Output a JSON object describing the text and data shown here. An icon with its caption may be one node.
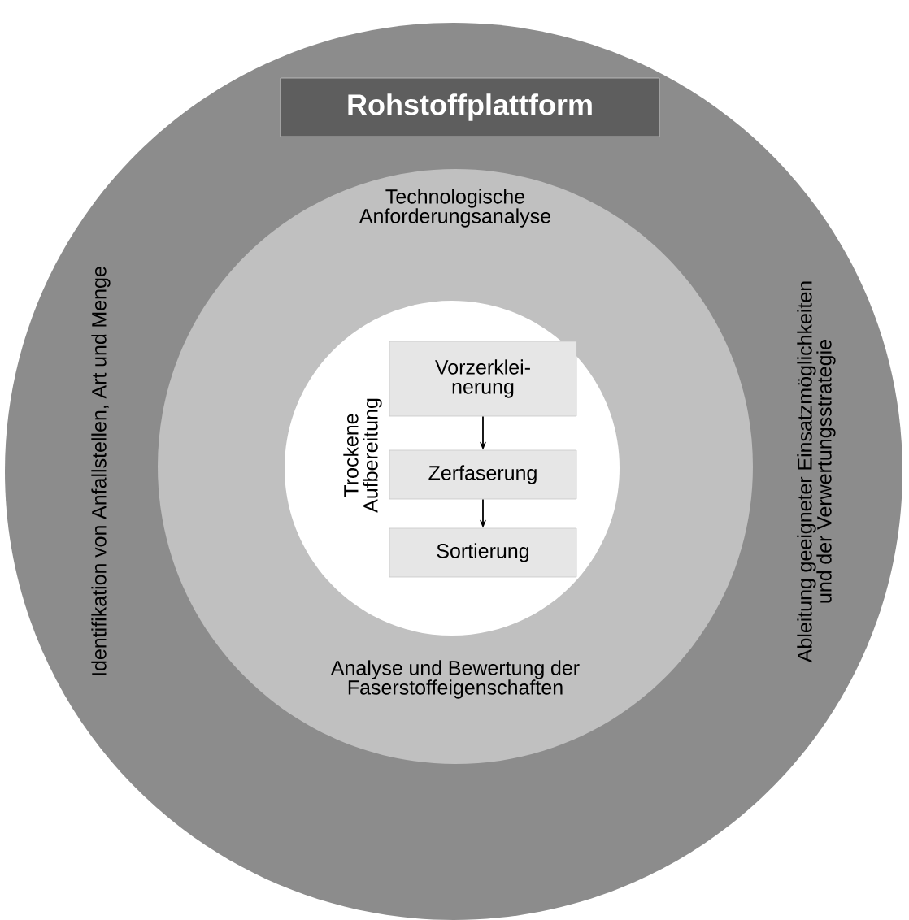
{
  "diagram": {
    "nodes": [
      {
        "text": [
          "Identifikation von Anfallstellen, Art und Menge",
          "Ableitung geeigneter Einsatzmöglichkeiten und der Verwertungsstrategie"
        ]
      },
      {
        "text": [
          "Rohstoffplattform"
        ],
        "in": 0
      },
      {
        "text": [
          "Technologische Anforderungsanalyse",
          "Analyse und Bewertung der Faserstoffeigenschaften"
        ],
        "in": 0
      },
      {
        "text": [
          "Trockene Aufbereitung"
        ],
        "in": 2
      },
      {
        "text": [
          "Vorzerklei- nerung"
        ],
        "in": 3
      },
      {
        "text": [
          "Zerfaserung"
        ],
        "in": 3
      },
      {
        "text": [
          "Sortierung"
        ],
        "in": 3
      }
    ],
    "edges": [
      {
        "from": 4,
        "to": 5,
        "arrow": "to"
      },
      {
        "from": 5,
        "to": 6,
        "arrow": "to"
      }
    ]
  }
}
